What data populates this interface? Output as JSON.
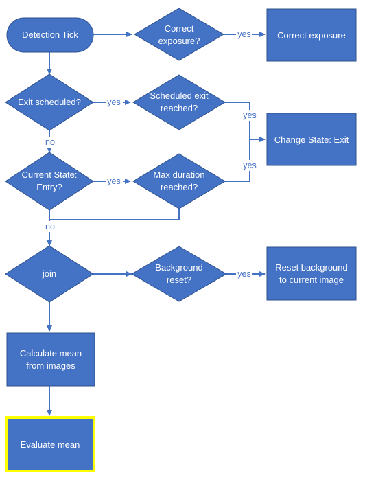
{
  "nodes": {
    "detection_tick": "Detection Tick",
    "correct_exposure_q": [
      "Correct",
      "exposure?"
    ],
    "correct_exposure": "Correct exposure",
    "exit_scheduled_q": "Exit scheduled?",
    "scheduled_exit_reached_q": [
      "Scheduled exit",
      "reached?"
    ],
    "change_state_exit": "Change State: Exit",
    "current_state_entry_q": [
      "Current State:",
      "Entry?"
    ],
    "max_duration_reached_q": [
      "Max duration",
      "reached?"
    ],
    "join": "join",
    "background_reset_q": [
      "Background",
      "reset?"
    ],
    "reset_background": [
      "Reset background",
      "to current image"
    ],
    "calculate_mean": [
      "Calculate mean",
      "from images"
    ],
    "evaluate_mean": "Evaluate mean"
  },
  "edge_labels": {
    "exposure_yes": "yes",
    "exit_scheduled_yes": "yes",
    "exit_scheduled_no": "no",
    "scheduled_exit_yes": "yes",
    "max_duration_yes": "yes",
    "entry_yes": "yes",
    "entry_no": "no",
    "background_yes": "yes"
  },
  "colors": {
    "node_fill": "#4472c4",
    "node_stroke": "#2f528f",
    "edge": "#4472c4",
    "highlight": "#ffff00"
  }
}
